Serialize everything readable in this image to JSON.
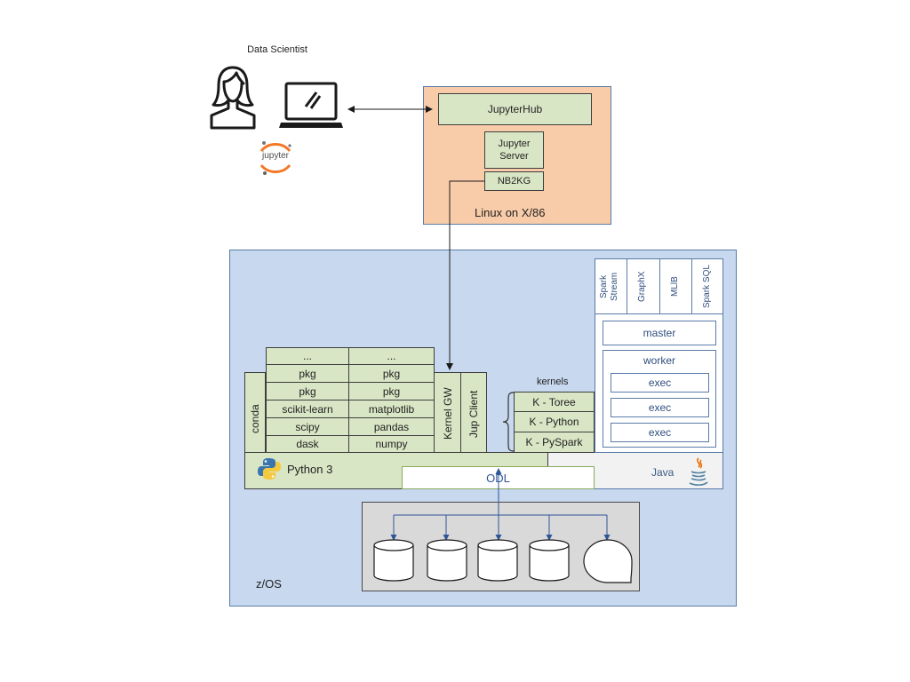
{
  "user": {
    "label": "Data Scientist",
    "jupyter_logo": "jupyter"
  },
  "linux_box": {
    "title": "Linux on X/86",
    "jupyterhub": "JupyterHub",
    "jupyter_server": "Jupyter Server",
    "nb2kg": "NB2KG"
  },
  "zos": {
    "title": "z/OS",
    "conda": "conda",
    "packages_left": [
      "...",
      "pkg",
      "pkg",
      "scikit-learn",
      "scipy",
      "dask"
    ],
    "packages_right": [
      "...",
      "pkg",
      "pkg",
      "matplotlib",
      "pandas",
      "numpy"
    ],
    "kernel_gw": "Kernel GW",
    "jup_client": "Jup Client",
    "kernels_label": "kernels",
    "kernels": [
      "K - Toree",
      "K - Python",
      "K - PySpark"
    ],
    "python": "Python 3",
    "java": "Java",
    "odl": "ODL",
    "spark": {
      "libs": [
        "Spark Stream",
        "GraphX",
        "MLlB",
        "Spark SQL"
      ],
      "master": "master",
      "worker": "worker",
      "execs": [
        "exec",
        "exec",
        "exec"
      ]
    }
  },
  "colors": {
    "linux_box": "#f9cca9",
    "zos_box": "#c7d8ef",
    "green_component": "#d9e6c5",
    "java_area": "#f2f2f2",
    "storage_area": "#d9d9d9",
    "arrow_blue": "#2f5597"
  }
}
